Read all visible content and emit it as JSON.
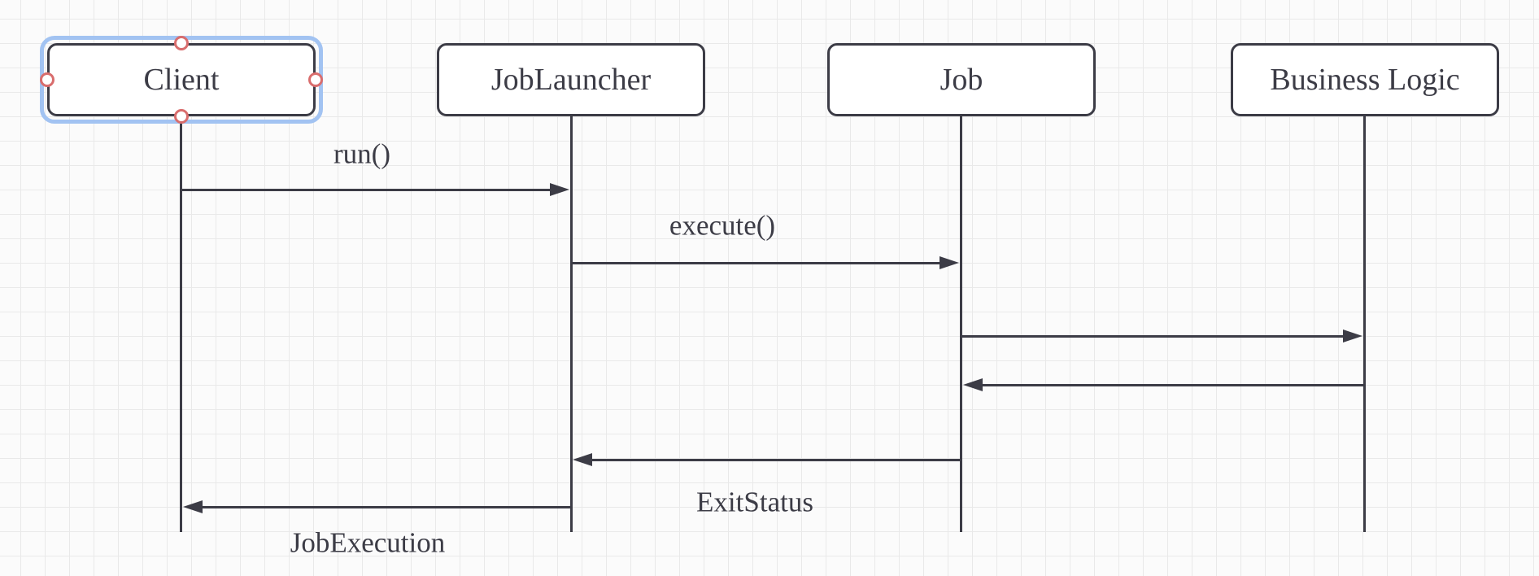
{
  "diagram": {
    "type": "sequence-diagram",
    "actors": [
      {
        "label": "Client",
        "selected": true
      },
      {
        "label": "JobLauncher",
        "selected": false
      },
      {
        "label": "Job",
        "selected": false
      },
      {
        "label": "Business Logic",
        "selected": false
      }
    ],
    "messages": [
      {
        "from": "Client",
        "to": "JobLauncher",
        "label": "run()",
        "label_position": "above"
      },
      {
        "from": "JobLauncher",
        "to": "Job",
        "label": "execute()",
        "label_position": "above"
      },
      {
        "from": "Job",
        "to": "Business Logic",
        "label": ""
      },
      {
        "from": "Business Logic",
        "to": "Job",
        "label": ""
      },
      {
        "from": "Job",
        "to": "JobLauncher",
        "label": "ExitStatus",
        "label_position": "below"
      },
      {
        "from": "JobLauncher",
        "to": "Client",
        "label": "JobExecution",
        "label_position": "below"
      }
    ]
  },
  "colors": {
    "stroke": "#3C3C46",
    "shape_fill": "#FFFFFF",
    "selection_outline": "#A2C3F2",
    "connection_handle": "#D96D6D",
    "grid_line": "#E9E9E9",
    "canvas_background": "#FBFBFB"
  }
}
